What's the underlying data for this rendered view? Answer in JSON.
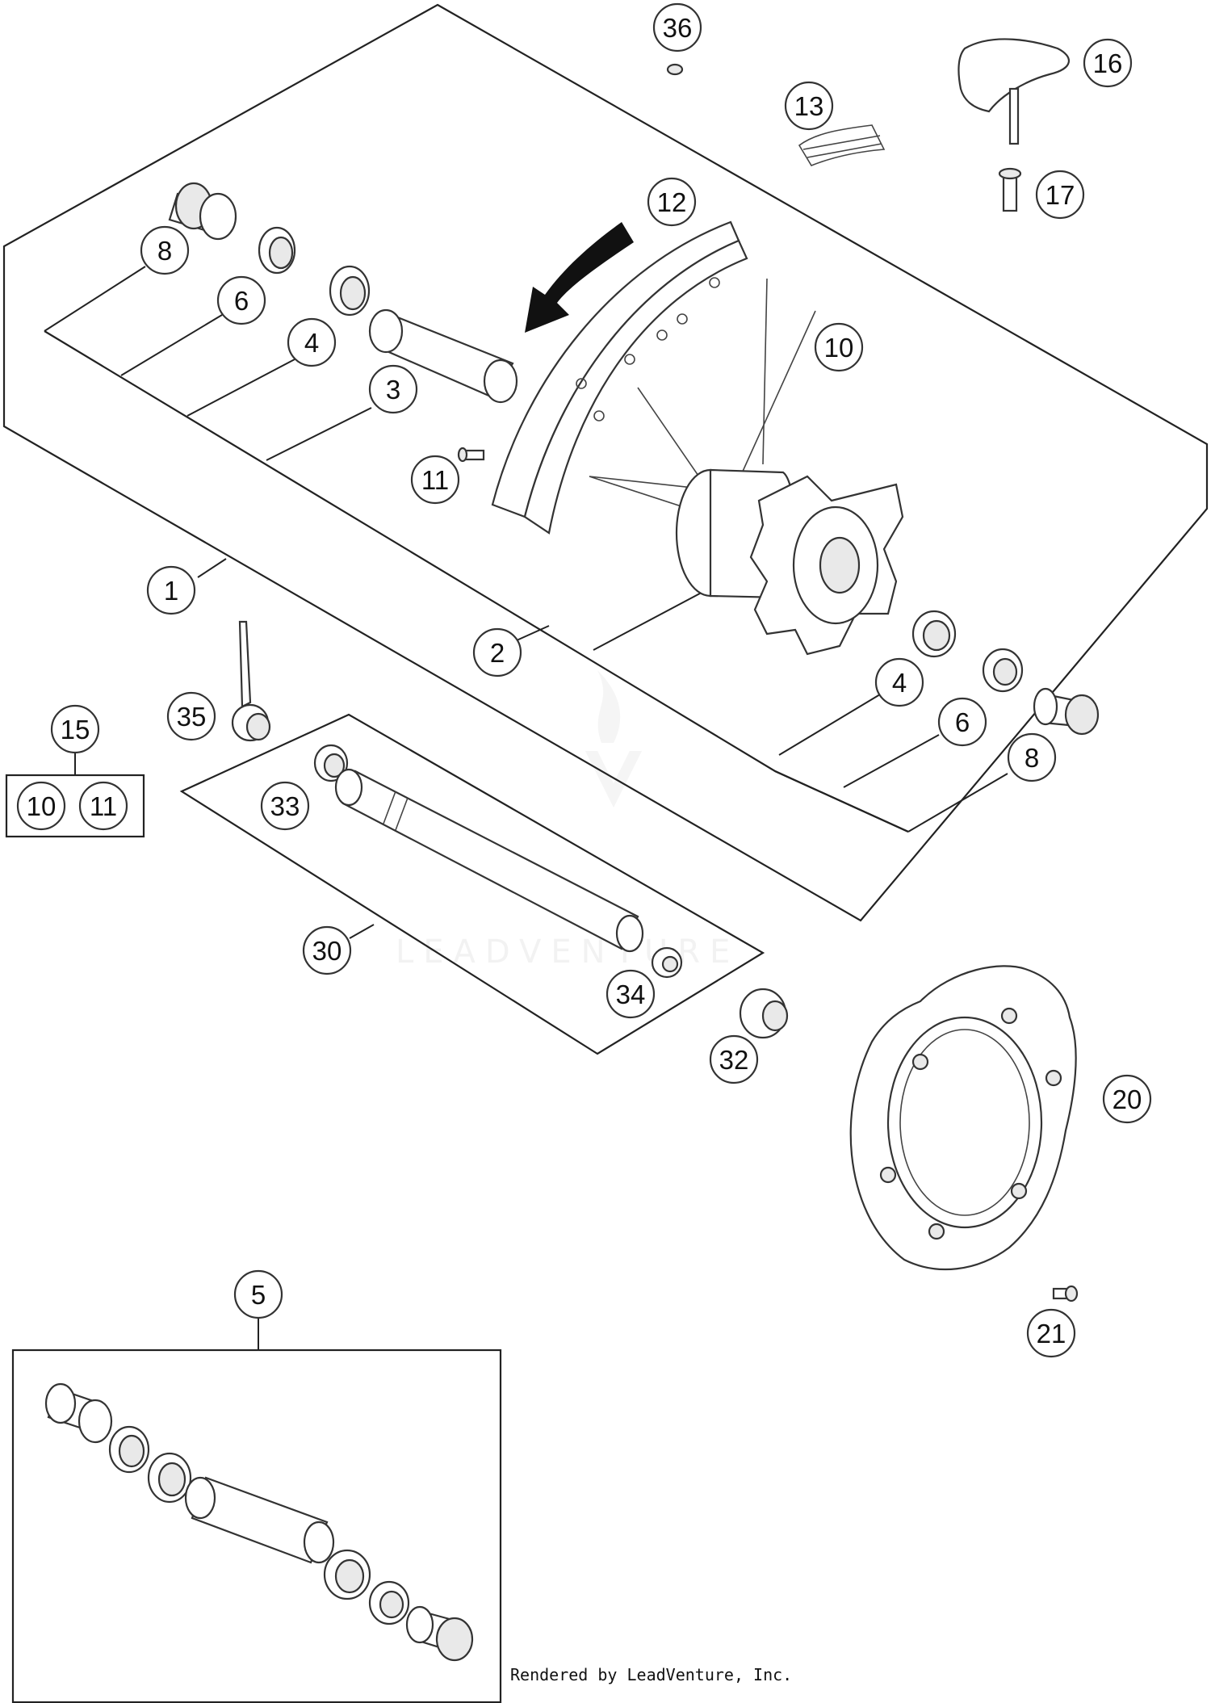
{
  "footer": "Rendered by LeadVenture, Inc.",
  "watermark": "LEADVENTURE",
  "callouts": {
    "c36": "36",
    "c16": "16",
    "c13": "13",
    "c17": "17",
    "c12": "12",
    "c8a": "8",
    "c6a": "6",
    "c4a": "4",
    "c3": "3",
    "c10a": "10",
    "c11a": "11",
    "c1": "1",
    "c2": "2",
    "c4b": "4",
    "c6b": "6",
    "c8b": "8",
    "c15": "15",
    "c10b": "10",
    "c11b": "11",
    "c35": "35",
    "c33": "33",
    "c30": "30",
    "c34": "34",
    "c32": "32",
    "c20": "20",
    "c21": "21",
    "c5": "5"
  }
}
